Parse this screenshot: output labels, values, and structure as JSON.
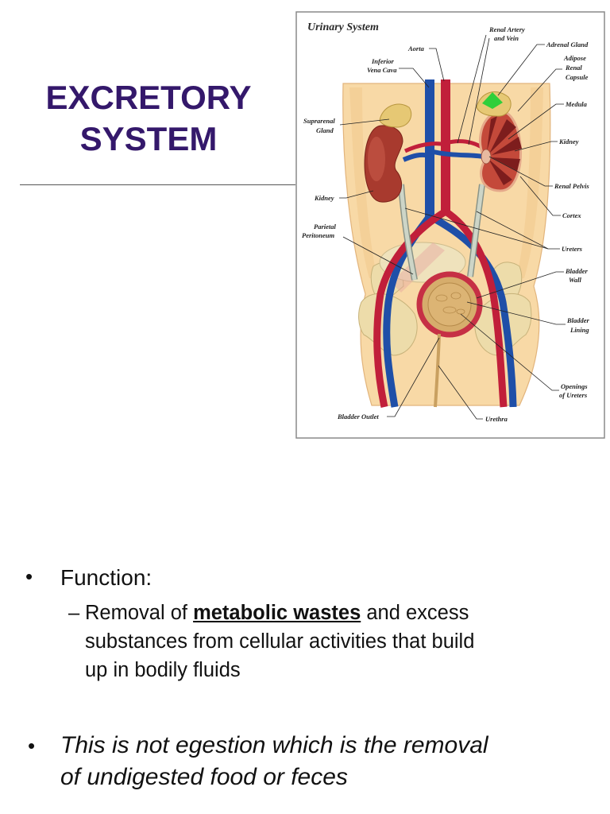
{
  "slide": {
    "title_line1": "EXCRETORY",
    "title_line2": "SYSTEM"
  },
  "diagram": {
    "title": "Urinary System",
    "labels": {
      "renal_artery_vein": [
        "Renal Artery",
        "and Vein"
      ],
      "aorta": "Aorta",
      "adrenal_gland": "Adrenal Gland",
      "inferior_vena_cava": [
        "Inferior",
        "Vena Cava"
      ],
      "adipose_renal_capsule": [
        "Adipose",
        "Renal",
        "Capsule"
      ],
      "medula": "Medula",
      "suprarenal_gland": [
        "Suprarenal",
        "Gland"
      ],
      "kidney_right": "Kidney",
      "renal_pelvis": "Renal Pelvis",
      "kidney_left": "Kidney",
      "cortex": "Cortex",
      "parietal_peritoneum": [
        "Parietal",
        "Peritoneum"
      ],
      "ureters": "Ureters",
      "bladder_wall": [
        "Bladder",
        "Wall"
      ],
      "bladder_lining": [
        "Bladder",
        "Lining"
      ],
      "openings_of_ureters": [
        "Openings",
        "of Ureters"
      ],
      "bladder_outlet": "Bladder Outlet",
      "urethra": "Urethra"
    }
  },
  "content": {
    "bullet1": {
      "marker": "•",
      "text": "Function:"
    },
    "sub1": {
      "marker": "–",
      "prefix": "Removal of",
      "emphasis": "metabolic wastes",
      "line1_rest": "and excess",
      "line2": "substances from cellular activities that build",
      "line3": "up in bodily fluids"
    },
    "bullet2": {
      "marker": "•",
      "line1": "This is not egestion which is the removal",
      "line2": "of undigested food or feces"
    }
  },
  "colors": {
    "title": "#34186b",
    "aorta": "#c11f3a",
    "vena_cava": "#1f4fa8",
    "body": "#f8d9a6",
    "kidney": "#a83a2e",
    "adrenal": "#e6c874",
    "bladder_wall": "#c63045"
  }
}
